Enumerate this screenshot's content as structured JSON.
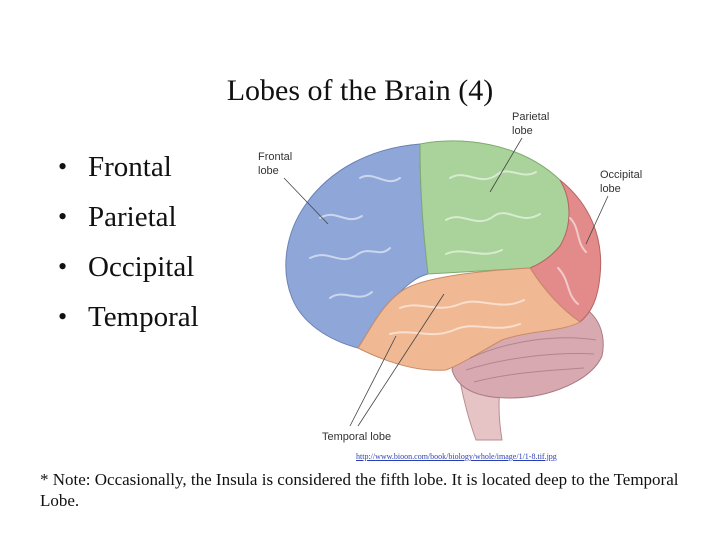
{
  "slide": {
    "title": "Lobes of the Brain (4)",
    "bullets": [
      "Frontal",
      "Parietal",
      "Occipital",
      "Temporal"
    ],
    "figure": {
      "labels": {
        "frontal_l1": "Frontal",
        "frontal_l2": "lobe",
        "parietal_l1": "Parietal",
        "parietal_l2": "lobe",
        "occipital_l1": "Occipital",
        "occipital_l2": "lobe",
        "temporal": "Temporal lobe"
      },
      "colors": {
        "frontal": "#8fa6d8",
        "parietal": "#a9d39a",
        "occipital": "#e38a8a",
        "temporal": "#f0b893",
        "cerebellum": "#d8a9b1",
        "brainstem": "#e6c4c6"
      },
      "source_url": "http://www.bioon.com/book/biology/whole/image/1/1-8.tif.jpg"
    },
    "note": "*  Note:  Occasionally, the Insula is considered the fifth lobe.  It is located deep to the Temporal Lobe."
  }
}
